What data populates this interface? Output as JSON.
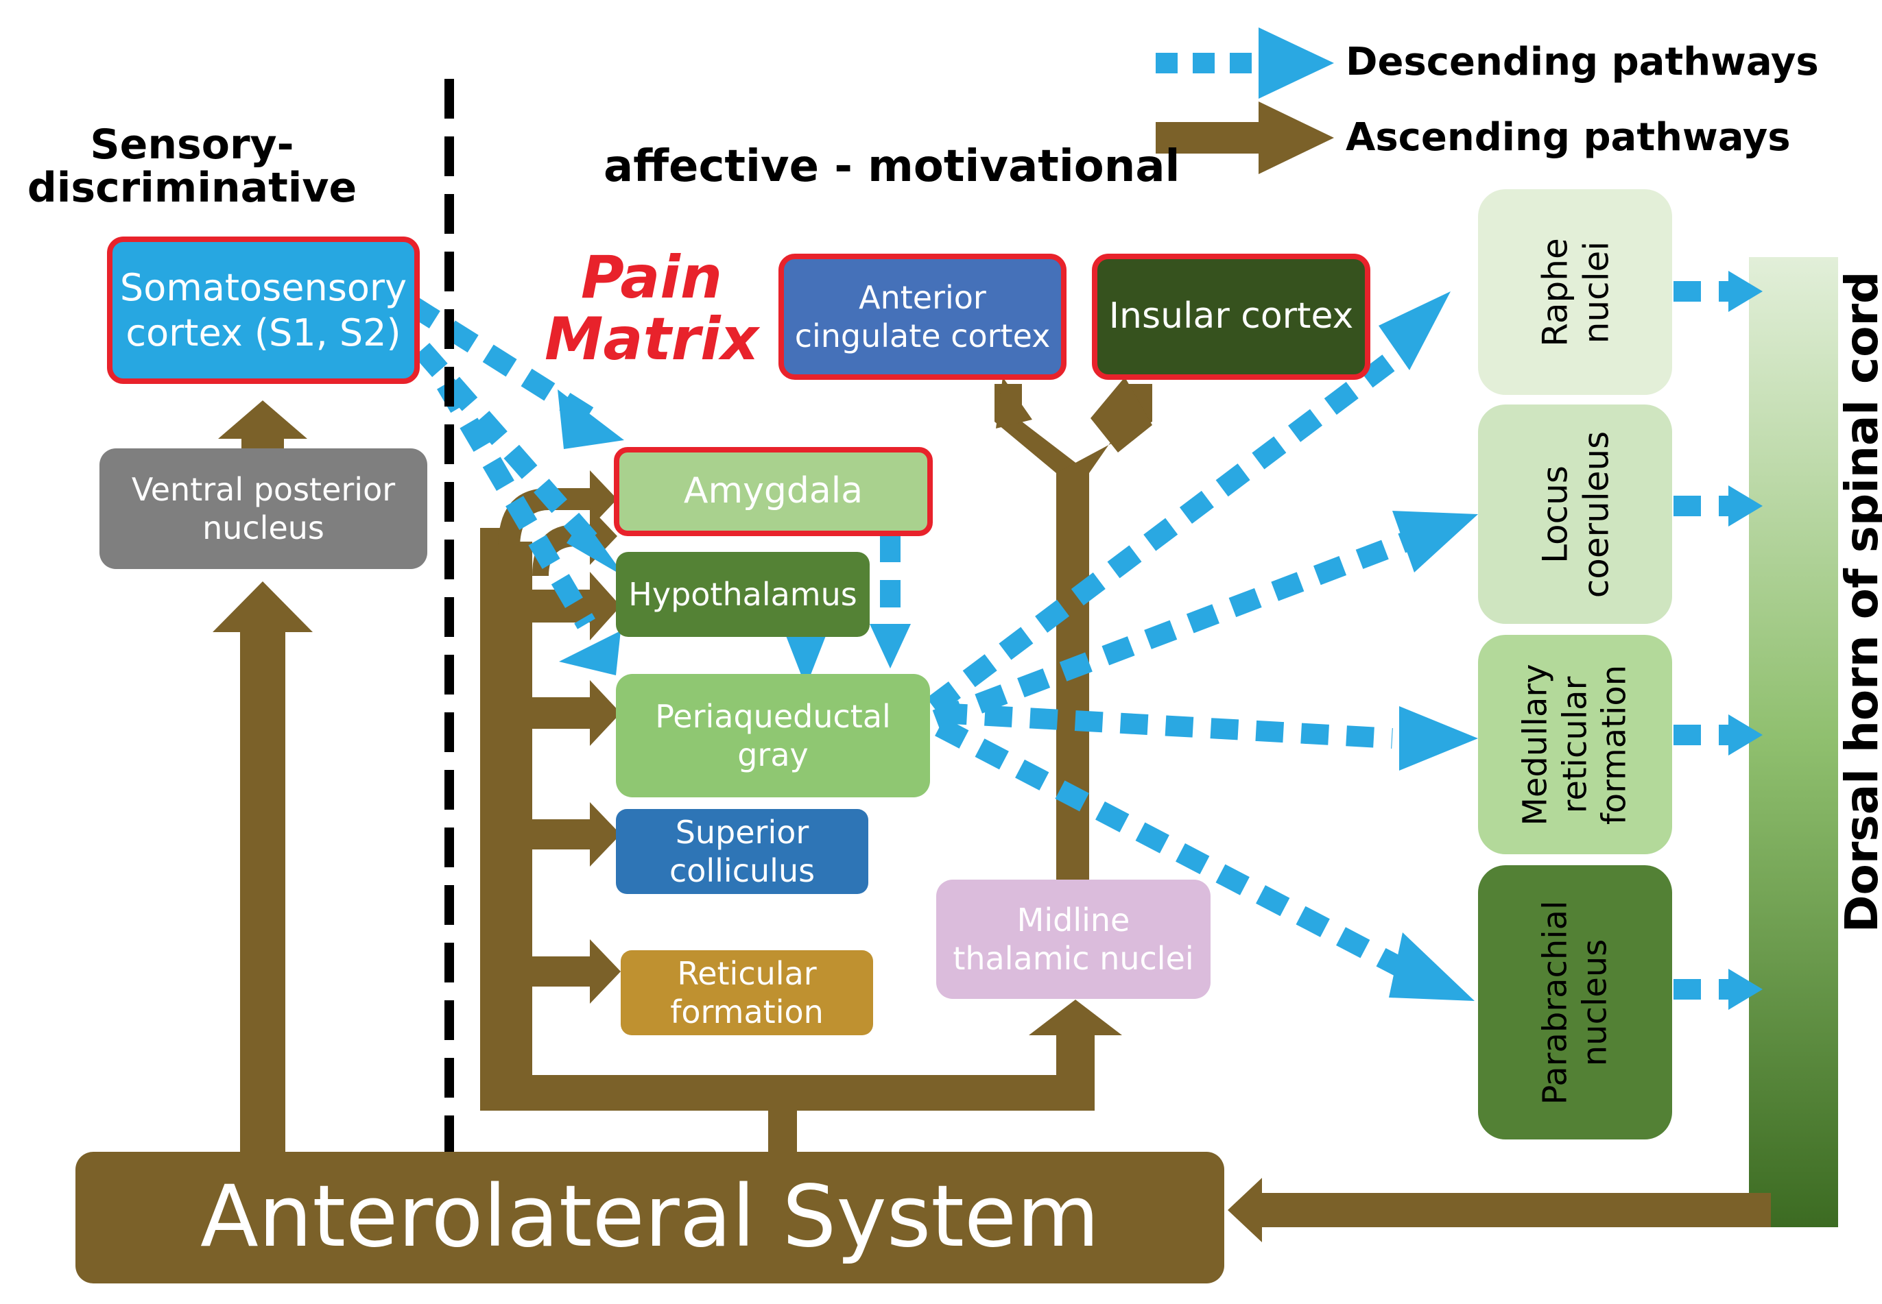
{
  "legend": {
    "descending": "Descending pathways",
    "ascending": "Ascending pathways"
  },
  "headings": {
    "sensory": "Sensory-\ndiscriminative",
    "affective": "affective - motivational",
    "pain_matrix": "Pain\nMatrix"
  },
  "nodes": {
    "somatosensory": "Somatosensory\ncortex (S1, S2)",
    "vpn": "Ventral posterior\nnucleus",
    "acc": "Anterior\ncingulate cortex",
    "insular": "Insular cortex",
    "amygdala": "Amygdala",
    "hypothalamus": "Hypothalamus",
    "pag": "Periaqueductal\ngray",
    "superior_colliculus": "Superior\ncolliculus",
    "reticular_formation": "Reticular\nformation",
    "midline_thalamic": "Midline\nthalamic nuclei",
    "raphe": "Raphe\nnuclei",
    "locus": "Locus\ncoeruleus",
    "medullary": "Medullary\nreticular\nformation",
    "parabrachial": "Parabrachial\nnucleus",
    "dorsal_horn": "Dorsal horn of spinal cord",
    "anterolateral": "Anterolateral System"
  },
  "colors": {
    "ascending": "#7b6129",
    "descending": "#2aa8e2",
    "pain_matrix_red": "#e8222b",
    "somatosensory": "#27a7e1",
    "vpn": "#7f7f7f",
    "acc": "#4571b9",
    "insular": "#36521e",
    "amygdala": "#a9d18e",
    "hypothalamus": "#548235",
    "pag": "#8fc772",
    "superior_colliculus": "#2e75b6",
    "reticular_formation": "#bf9130",
    "midline_thalamic": "#dbbcdc",
    "raphe": "#e3efd8",
    "locus": "#cfe5c0",
    "medullary": "#b3d99a",
    "parabrachial": "#538135"
  }
}
